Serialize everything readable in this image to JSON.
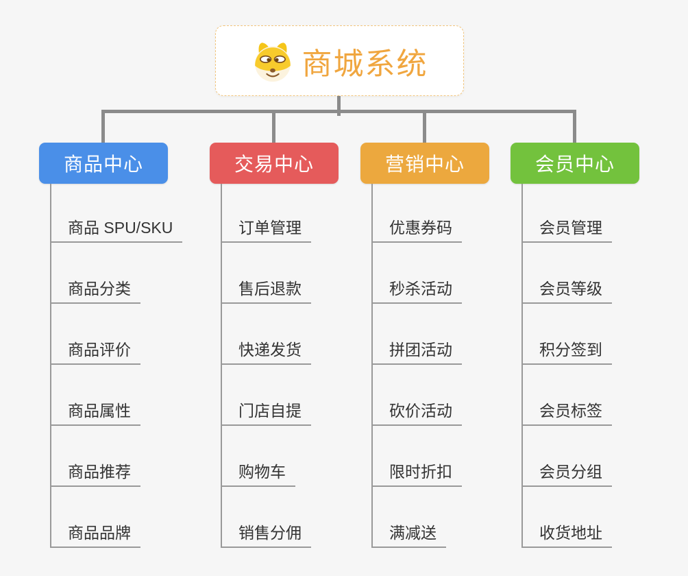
{
  "root": {
    "title": "商城系统",
    "icon": "doge-icon",
    "title_color": "#F0A63F",
    "border_color": "#F2C57C"
  },
  "connectors": {
    "trunk_color": "#8B8B8B",
    "branch_line_color": "#999999"
  },
  "background_color": "#F6F6F6",
  "branches": [
    {
      "label": "商品中心",
      "color": "#4A8FE8",
      "items": [
        {
          "label": "商品 SPU/SKU"
        },
        {
          "label": "商品分类"
        },
        {
          "label": "商品评价"
        },
        {
          "label": "商品属性"
        },
        {
          "label": "商品推荐"
        },
        {
          "label": "商品品牌"
        }
      ]
    },
    {
      "label": "交易中心",
      "color": "#E55B5B",
      "items": [
        {
          "label": "订单管理"
        },
        {
          "label": "售后退款"
        },
        {
          "label": "快递发货"
        },
        {
          "label": "门店自提"
        },
        {
          "label": "购物车"
        },
        {
          "label": "销售分佣"
        }
      ]
    },
    {
      "label": "营销中心",
      "color": "#ECA83E",
      "items": [
        {
          "label": "优惠券码"
        },
        {
          "label": "秒杀活动"
        },
        {
          "label": "拼团活动"
        },
        {
          "label": "砍价活动"
        },
        {
          "label": "限时折扣"
        },
        {
          "label": "满减送"
        }
      ]
    },
    {
      "label": "会员中心",
      "color": "#73C23D",
      "items": [
        {
          "label": "会员管理"
        },
        {
          "label": "会员等级"
        },
        {
          "label": "积分签到"
        },
        {
          "label": "会员标签"
        },
        {
          "label": "会员分组"
        },
        {
          "label": "收货地址"
        }
      ]
    }
  ]
}
